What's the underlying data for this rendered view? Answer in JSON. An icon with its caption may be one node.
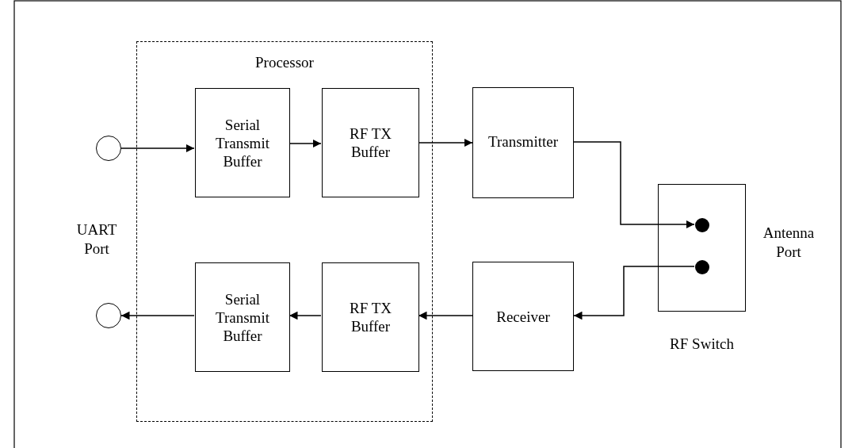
{
  "diagram": {
    "nodes": [
      {
        "text": [
          "Processor"
        ]
      },
      {
        "text": [
          "Serial Transmit Buffer"
        ],
        "in": 0
      },
      {
        "text": [
          "RF TX Buffer"
        ],
        "in": 0
      },
      {
        "text": [
          "Serial Transmit Buffer"
        ],
        "in": 0
      },
      {
        "text": [
          "RF TX Buffer"
        ],
        "in": 0
      },
      {
        "text": [],
        "shape": "circle"
      },
      {
        "text": [],
        "shape": "circle"
      },
      {
        "text": [
          "Transmitter"
        ]
      },
      {
        "text": [
          "Receiver"
        ]
      },
      {
        "text": [
          "RF Switch"
        ]
      },
      {
        "text": [],
        "shape": "circle",
        "in": 9
      },
      {
        "text": [],
        "shape": "circle",
        "in": 9
      }
    ],
    "edges": [
      {
        "from": 5,
        "to": 1,
        "arrow": "to"
      },
      {
        "from": 1,
        "to": 2,
        "arrow": "to"
      },
      {
        "from": 2,
        "to": 7,
        "arrow": "to"
      },
      {
        "from": 7,
        "to": 10,
        "arrow": "to"
      },
      {
        "from": 11,
        "to": 8,
        "arrow": "to"
      },
      {
        "from": 8,
        "to": 4,
        "arrow": "to"
      },
      {
        "from": 4,
        "to": 3,
        "arrow": "to"
      },
      {
        "from": 3,
        "to": 6,
        "arrow": "to"
      }
    ],
    "labels": [
      "UART Port",
      "Antenna Port"
    ]
  }
}
